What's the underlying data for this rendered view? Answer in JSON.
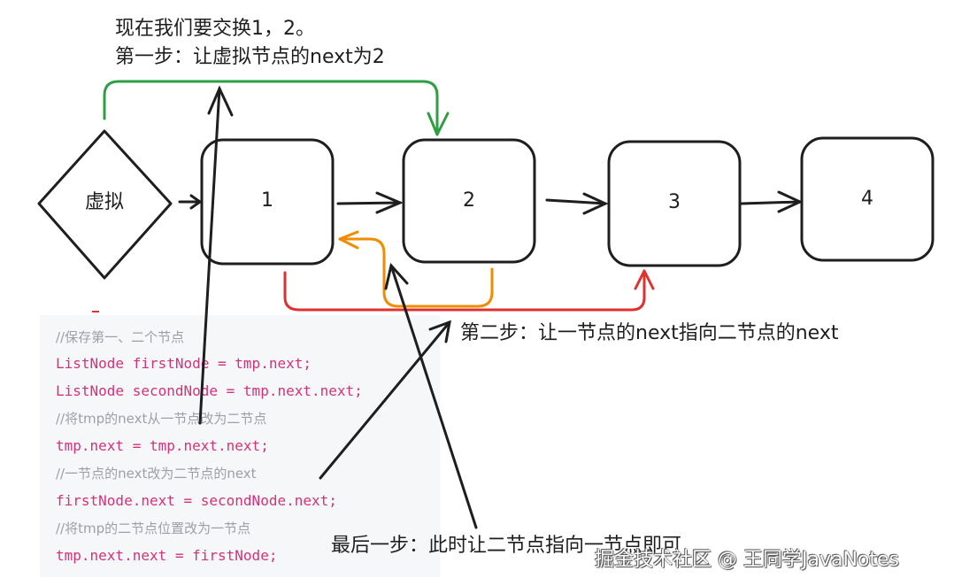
{
  "captions": {
    "title_line1": "现在我们要交换1，2。",
    "title_line2": "第一步：让虚拟节点的next为2",
    "step2": "第二步：让一节点的next指向二节点的next",
    "step3": "最后一步：此时让二节点指向一节点即可"
  },
  "nodes": {
    "dummy": "虚拟",
    "n1": "1",
    "n2": "2",
    "n3": "3",
    "n4": "4"
  },
  "code": {
    "lines": [
      {
        "kind": "comment",
        "text": "//保存第一、二个节点"
      },
      {
        "kind": "stmt",
        "text": "ListNode firstNode = tmp.next;"
      },
      {
        "kind": "stmt",
        "text": "ListNode secondNode = tmp.next.next;"
      },
      {
        "kind": "comment",
        "text": "//将tmp的next从一节点改为二节点"
      },
      {
        "kind": "stmt",
        "text": "tmp.next = tmp.next.next;"
      },
      {
        "kind": "comment",
        "text": "//一节点的next改为二节点的next"
      },
      {
        "kind": "stmt",
        "text": "firstNode.next = secondNode.next;"
      },
      {
        "kind": "comment",
        "text": "//将tmp的二节点位置改为一节点"
      },
      {
        "kind": "stmt",
        "text": "tmp.next.next = firstNode;"
      }
    ]
  },
  "watermark": "掘金技术社区 @ 王同学JavaNotes",
  "colors": {
    "stroke": "#1e1e1e",
    "green_arrow": "#2f9e44",
    "red_arrow": "#e03131",
    "orange_arrow": "#f08c00",
    "code_bg": "#f6f7f9",
    "code_comment": "#9ca0a6",
    "code_stmt": "#d1337a"
  }
}
